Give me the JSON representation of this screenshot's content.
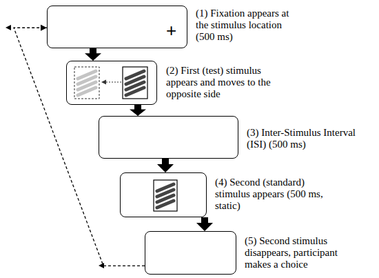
{
  "diagram": {
    "nodes": [
      {
        "text": [
          "+",
          "(1) Fixation appears at the stimulus location (500 ms)"
        ]
      },
      {
        "text": [
          "(2) First (test) stimulus appears and moves to the opposite side"
        ]
      },
      {
        "text": [
          "(3) Inter-Stimulus Interval (ISI) (500 ms)"
        ]
      },
      {
        "text": [
          "(4) Second (standard) stimulus appears (500 ms, static)"
        ]
      },
      {
        "text": [
          "(5) Second stimulus disappears, participant makes a choice"
        ]
      }
    ],
    "edges": [
      {
        "from": 0,
        "to": 1,
        "arrow": "to"
      },
      {
        "from": 1,
        "to": 2,
        "arrow": "to"
      },
      {
        "from": 2,
        "to": 3,
        "arrow": "to"
      },
      {
        "from": 3,
        "to": 4,
        "arrow": "to"
      },
      {
        "from": 4,
        "to": 0,
        "arrow": "to"
      }
    ]
  }
}
